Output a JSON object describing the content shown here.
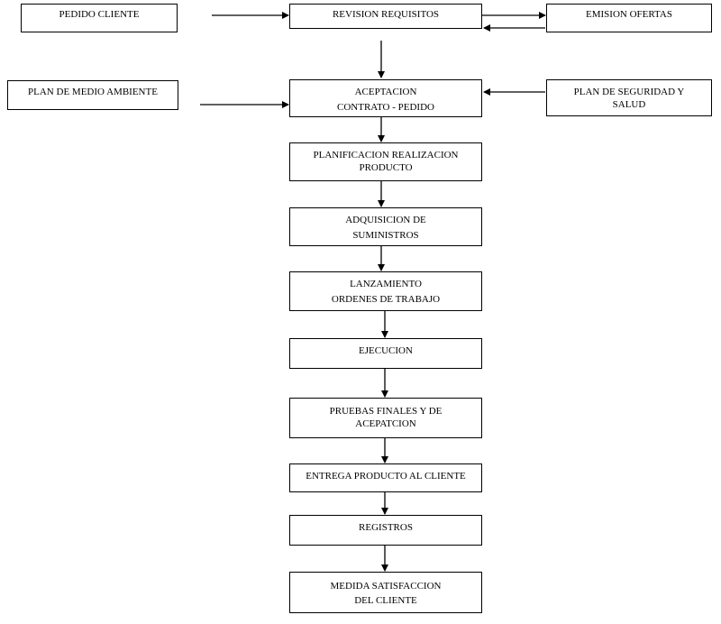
{
  "diagram": {
    "nodes": {
      "pedido_cliente": [
        "PEDIDO CLIENTE"
      ],
      "revision_requisitos": [
        "REVISION REQUISITOS"
      ],
      "emision_ofertas": [
        "EMISION OFERTAS"
      ],
      "plan_medio_ambiente": [
        "PLAN DE MEDIO AMBIENTE"
      ],
      "aceptacion": [
        "ACEPTACION",
        "CONTRATO - PEDIDO"
      ],
      "plan_seguridad": [
        "PLAN DE SEGURIDAD Y",
        "SALUD"
      ],
      "planificacion": [
        "PLANIFICACION REALIZACION",
        "PRODUCTO"
      ],
      "adquisicion": [
        "ADQUISICION  DE",
        "SUMINISTROS"
      ],
      "lanzamiento": [
        "LANZAMIENTO",
        "ORDENES DE TRABAJO"
      ],
      "ejecucion": [
        "EJECUCION"
      ],
      "pruebas": [
        "PRUEBAS FINALES Y DE",
        "ACEPATCION"
      ],
      "entrega": [
        "ENTREGA PRODUCTO AL CLIENTE"
      ],
      "registros": [
        "REGISTROS"
      ],
      "medida": [
        "MEDIDA SATISFACCION",
        "DEL CLIENTE"
      ]
    }
  }
}
